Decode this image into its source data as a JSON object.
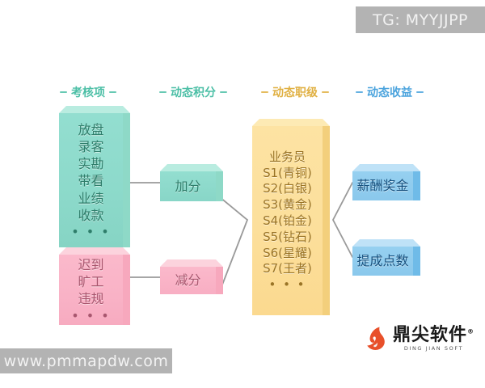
{
  "banners": {
    "tg": "TG: MYYJJPP",
    "watermark": "www.pmmapdw.com"
  },
  "colors": {
    "green": "#8ddacb",
    "pink": "#fbb9cb",
    "yellow": "#fcdf9b",
    "blue": "#8ac8ec",
    "connector": "#9a9a9a",
    "banner_bg": "#b3b3b3"
  },
  "columns": [
    {
      "id": "assessment",
      "label": "考核项",
      "color": "#4cbfa6"
    },
    {
      "id": "dynamic-points",
      "label": "动态积分",
      "color": "#4cbfa6"
    },
    {
      "id": "dynamic-rank",
      "label": "动态职级",
      "color": "#e0b042"
    },
    {
      "id": "dynamic-income",
      "label": "动态收益",
      "color": "#4aa3dd"
    }
  ],
  "boxes": {
    "assessment": {
      "items": [
        "放盘",
        "录客",
        "实勘",
        "带看",
        "业绩",
        "收款"
      ],
      "more": "• • •"
    },
    "violation": {
      "items": [
        "迟到",
        "旷工",
        "违规"
      ],
      "more": "• • •"
    },
    "add_score": {
      "label": "加分"
    },
    "subtract_score": {
      "label": "减分"
    },
    "rank": {
      "items": [
        "业务员",
        "S1(青铜)",
        "S2(白银)",
        "S3(黄金)",
        "S4(铂金)",
        "S5(钻石)",
        "S6(星耀)",
        "S7(王者)"
      ],
      "more": "• • •"
    },
    "salary_bonus": {
      "label": "薪酬奖金"
    },
    "commission_points": {
      "label": "提成点数"
    }
  },
  "logo": {
    "cn": "鼎尖软件",
    "registered": "®",
    "en": "DING JIAN SOFT"
  }
}
